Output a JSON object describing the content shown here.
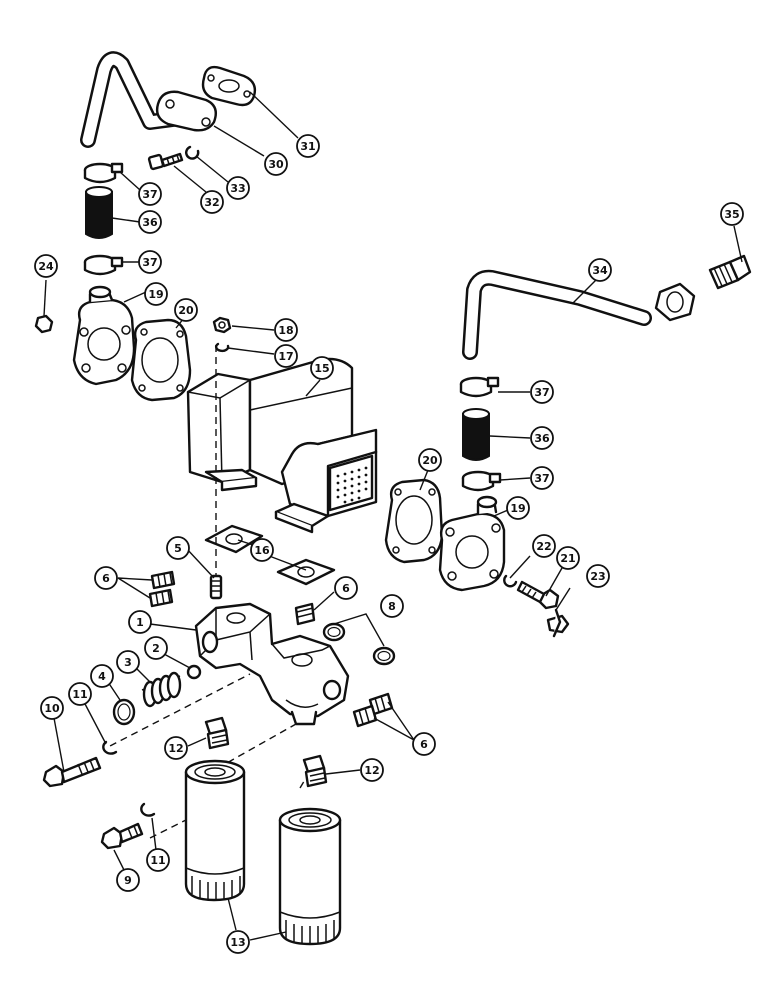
{
  "callouts": [
    {
      "id": "c31",
      "label": "31"
    },
    {
      "id": "c30",
      "label": "30"
    },
    {
      "id": "c33",
      "label": "33"
    },
    {
      "id": "c32",
      "label": "32"
    },
    {
      "id": "c37a",
      "label": "37"
    },
    {
      "id": "c36a",
      "label": "36"
    },
    {
      "id": "c37b",
      "label": "37"
    },
    {
      "id": "c24",
      "label": "24"
    },
    {
      "id": "c19a",
      "label": "19"
    },
    {
      "id": "c20a",
      "label": "20"
    },
    {
      "id": "c18",
      "label": "18"
    },
    {
      "id": "c17",
      "label": "17"
    },
    {
      "id": "c15",
      "label": "15"
    },
    {
      "id": "c35",
      "label": "35"
    },
    {
      "id": "c34",
      "label": "34"
    },
    {
      "id": "c37c",
      "label": "37"
    },
    {
      "id": "c36b",
      "label": "36"
    },
    {
      "id": "c37d",
      "label": "37"
    },
    {
      "id": "c20b",
      "label": "20"
    },
    {
      "id": "c19b",
      "label": "19"
    },
    {
      "id": "c16",
      "label": "16"
    },
    {
      "id": "c5",
      "label": "5"
    },
    {
      "id": "c6a",
      "label": "6"
    },
    {
      "id": "c6b",
      "label": "6"
    },
    {
      "id": "c22",
      "label": "22"
    },
    {
      "id": "c21",
      "label": "21"
    },
    {
      "id": "c23",
      "label": "23"
    },
    {
      "id": "c8",
      "label": "8"
    },
    {
      "id": "c1",
      "label": "1"
    },
    {
      "id": "c2",
      "label": "2"
    },
    {
      "id": "c3",
      "label": "3"
    },
    {
      "id": "c4",
      "label": "4"
    },
    {
      "id": "c10",
      "label": "10"
    },
    {
      "id": "c11a",
      "label": "11"
    },
    {
      "id": "c12a",
      "label": "12"
    },
    {
      "id": "c6c",
      "label": "6"
    },
    {
      "id": "c12b",
      "label": "12"
    },
    {
      "id": "c9",
      "label": "9"
    },
    {
      "id": "c11b",
      "label": "11"
    },
    {
      "id": "c13",
      "label": "13"
    }
  ]
}
